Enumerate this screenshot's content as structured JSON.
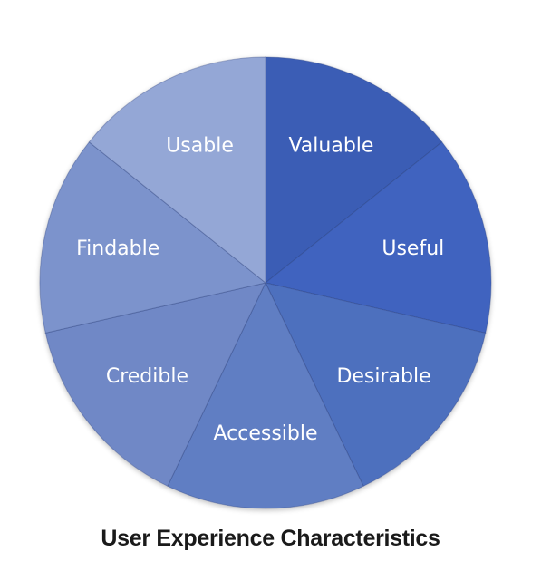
{
  "chart_data": {
    "type": "pie",
    "title": "User Experience Characteristics",
    "slices": [
      {
        "label": "Valuable",
        "value": 1,
        "color": "#3a5db5"
      },
      {
        "label": "Useful",
        "value": 1,
        "color": "#3f64bf"
      },
      {
        "label": "Desirable",
        "value": 1,
        "color": "#4e6fbe"
      },
      {
        "label": "Accessible",
        "value": 1,
        "color": "#607ec3"
      },
      {
        "label": "Credible",
        "value": 1,
        "color": "#7088c6"
      },
      {
        "label": "Findable",
        "value": 1,
        "color": "#7b93cc"
      },
      {
        "label": "Usable",
        "value": 1,
        "color": "#94a7d6"
      }
    ],
    "start_angle_deg": 0,
    "direction": "clockwise",
    "legend": "none"
  }
}
